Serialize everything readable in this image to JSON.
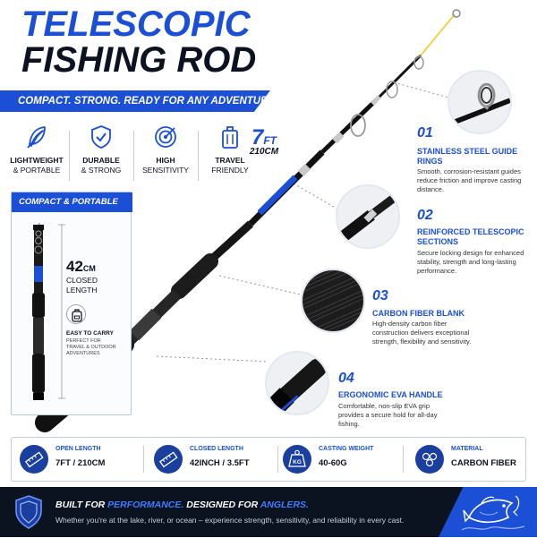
{
  "header": {
    "title_line1": "TELESCOPIC",
    "title_line2": "FISHING ROD",
    "tagline": "COMPACT. STRONG. READY FOR ANY ADVENTURE."
  },
  "features": [
    {
      "icon": "feather-icon",
      "line1": "LIGHTWEIGHT",
      "line2": "& PORTABLE"
    },
    {
      "icon": "shield-check-icon",
      "line1": "DURABLE",
      "line2": "& STRONG"
    },
    {
      "icon": "target-icon",
      "line1": "HIGH",
      "line2": "SENSITIVITY"
    },
    {
      "icon": "suitcase-icon",
      "line1": "TRAVEL",
      "line2": "FRIENDLY"
    }
  ],
  "rod_length": {
    "value": "7",
    "unit": "FT",
    "metric": "210CM"
  },
  "compact": {
    "title": "COMPACT & PORTABLE",
    "length_value": "42",
    "length_unit": "CM",
    "length_label": "CLOSED LENGTH",
    "easy_title": "EASY TO CARRY",
    "easy_desc": "PERFECT FOR TRAVEL & OUTDOOR ADVENTURES"
  },
  "details": [
    {
      "num": "01",
      "title": "STAINLESS STEEL GUIDE RINGS",
      "desc": "Smooth, corrosion-resistant guides reduce friction and improve casting distance."
    },
    {
      "num": "02",
      "title": "REINFORCED TELESCOPIC SECTIONS",
      "desc": "Secure locking design for enhanced stability, strength and long-lasting performance."
    },
    {
      "num": "03",
      "title": "CARBON FIBER BLANK",
      "desc": "High-density carbon fiber construction delivers exceptional strength, flexibility and sensitivity."
    },
    {
      "num": "04",
      "title": "ERGONOMIC EVA HANDLE",
      "desc": "Comfortable, non-slip EVA grip provides a secure hold for all-day fishing."
    }
  ],
  "specs": [
    {
      "icon": "ruler-icon",
      "label": "OPEN LENGTH",
      "value": "7FT / 210CM"
    },
    {
      "icon": "ruler-icon",
      "label": "CLOSED LENGTH",
      "value": "42INCH / 3.5FT"
    },
    {
      "icon": "weight-icon",
      "label": "CASTING WEIGHT",
      "value": "40-60G",
      "icon_text": "KG"
    },
    {
      "icon": "carbon-fiber-icon",
      "label": "MATERIAL",
      "value": "CARBON FIBER"
    }
  ],
  "footer": {
    "line1_a": "BUILT FOR ",
    "line1_b": "PERFORMANCE.",
    "line1_c": " DESIGNED FOR ",
    "line1_d": "ANGLERS.",
    "line2": "Whether you're at the lake, river, or ocean – experience strength, sensitivity, and reliability in every cast."
  },
  "colors": {
    "accent": "#1a4fd6",
    "dark": "#0d1220",
    "footer_bg": "#0b1220"
  }
}
